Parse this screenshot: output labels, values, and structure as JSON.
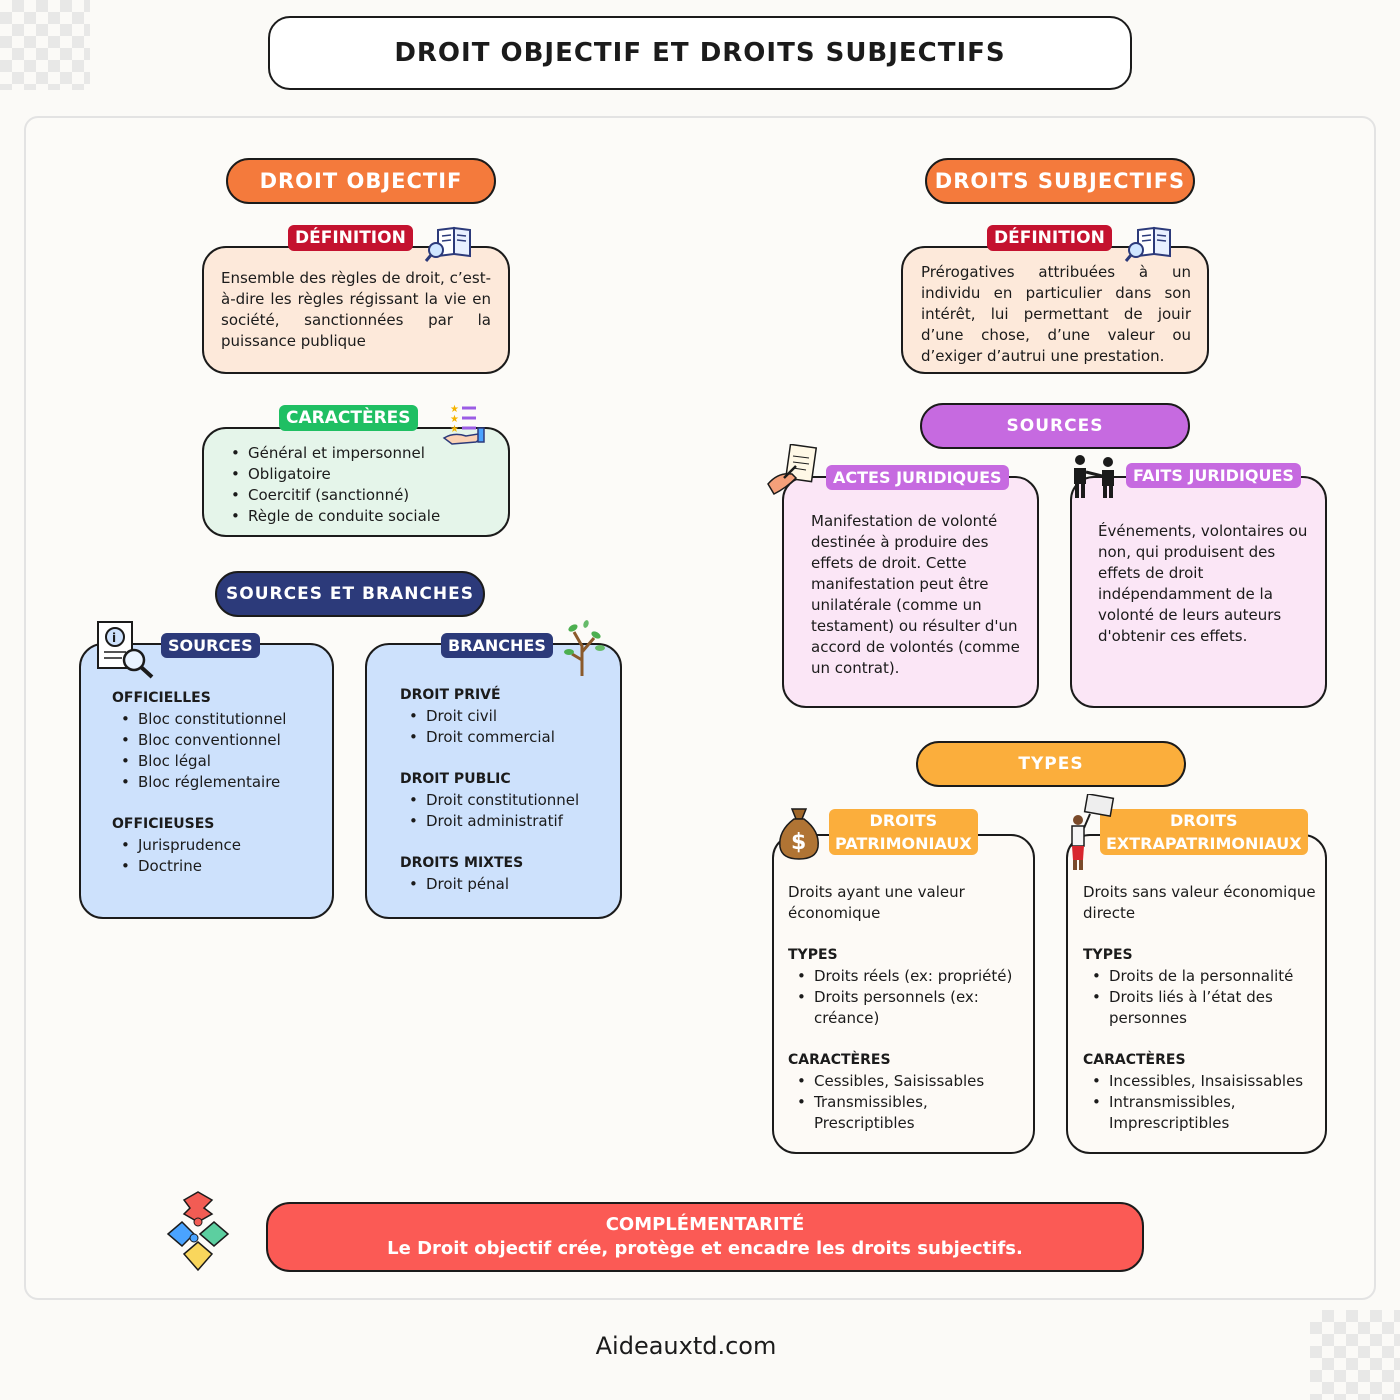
{
  "title": "DROIT OBJECTIF ET DROITS SUBJECTIFS",
  "left": {
    "header": "DROIT OBJECTIF",
    "definition": {
      "tag": "DÉFINITION",
      "text": "Ensemble des règles de droit, c’est-à-dire les règles régissant la vie en société, sanctionnées par la puissance publique"
    },
    "caracteres": {
      "tag": "CARACTÈRES",
      "items": [
        "Général et impersonnel",
        "Obligatoire",
        "Coercitif (sanctionné)",
        "Règle de conduite sociale"
      ]
    },
    "sources_branches": {
      "header": "SOURCES ET BRANCHES",
      "sources": {
        "tag": "SOURCES",
        "officielles": "OFFICIELLES",
        "officielles_items": [
          "Bloc constitutionnel",
          "Bloc conventionnel",
          "Bloc légal",
          "Bloc réglementaire"
        ],
        "officieuses": "OFFICIEUSES",
        "officieuses_items": [
          "Jurisprudence",
          "Doctrine"
        ]
      },
      "branches": {
        "tag": "BRANCHES",
        "prive": "DROIT PRIVÉ",
        "prive_items": [
          "Droit civil",
          "Droit commercial"
        ],
        "public": "DROIT PUBLIC",
        "public_items": [
          "Droit constitutionnel",
          "Droit administratif"
        ],
        "mixtes": "DROITS MIXTES",
        "mixtes_items": [
          "Droit pénal"
        ]
      }
    }
  },
  "right": {
    "header": "DROITS SUBJECTIFS",
    "definition": {
      "tag": "DÉFINITION",
      "text": "Prérogatives attribuées à un individu en particulier dans son intérêt, lui permettant de jouir d’une chose, d’une valeur ou d’exiger d’autrui une prestation."
    },
    "sources": {
      "header": "SOURCES",
      "actes": {
        "tag": "ACTES JURIDIQUES",
        "text": "Manifestation de volonté destinée à produire des effets de droit. Cette manifestation peut être unilatérale (comme un testament) ou résulter d'un accord de volontés (comme un contrat)."
      },
      "faits": {
        "tag": "FAITS JURIDIQUES",
        "text": "Événements, volontaires ou non, qui produisent des effets de droit indépendamment de la volonté de leurs auteurs d'obtenir ces effets."
      }
    },
    "types": {
      "header": "TYPES",
      "patrimoniaux": {
        "tag_line1": "DROITS",
        "tag_line2": "PATRIMONIAUX",
        "desc": "Droits ayant une valeur économique",
        "types_label": "TYPES",
        "types_items": [
          "Droits réels (ex: propriété)",
          "Droits personnels (ex: créance)"
        ],
        "car_label": "CARACTÈRES",
        "car_items": [
          "Cessibles, Saisissables",
          "Transmissibles, Prescriptibles"
        ]
      },
      "extrapatrimoniaux": {
        "tag_line1": "DROITS",
        "tag_line2": "EXTRAPATRIMONIAUX",
        "desc": "Droits sans valeur économique directe",
        "types_label": "TYPES",
        "types_items": [
          "Droits de la personnalité",
          "Droits liés à l’état des personnes"
        ],
        "car_label": "CARACTÈRES",
        "car_items": [
          "Incessibles, Insaisissables",
          "Intransmissibles, Imprescriptibles"
        ]
      }
    }
  },
  "complementarite": {
    "title": "COMPLÉMENTARITÉ",
    "text": "Le Droit objectif crée, protège et encadre les droits subjectifs."
  },
  "footer": "Aideauxtd.com",
  "colors": {
    "orange": "#f47a3c",
    "red_tag": "#c4122f",
    "green": "#1fbf63",
    "navy": "#2c3a7a",
    "purple": "#c66ae0",
    "yellow": "#fbae3c",
    "coral": "#fb5a55",
    "peach_bg": "#fde9da",
    "mint_bg": "#e5f5ea",
    "blue_bg": "#cde1fc",
    "pink_bg": "#fbe6f6"
  }
}
